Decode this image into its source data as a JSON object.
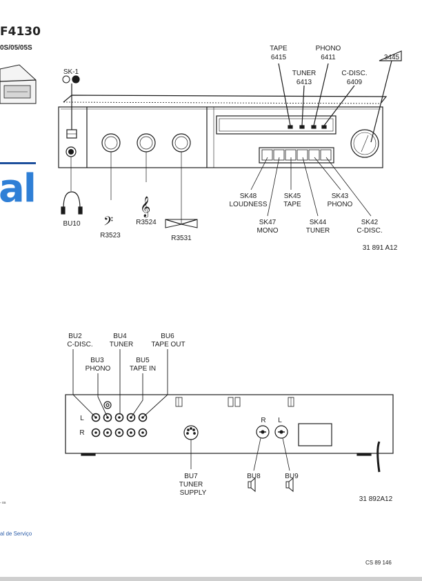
{
  "page": {
    "model": "F4130",
    "variants": "0S/05/05S",
    "blue_text": "al",
    "manual_text": "al de Serviço",
    "small_note": "- os",
    "footer_id": "CS 89 146"
  },
  "front_panel": {
    "ref": "31 891 A12",
    "volume_label": "3445",
    "top_labels": {
      "tape": "TAPE",
      "tape_num": "6415",
      "phono": "PHONO",
      "phono_num": "6411",
      "tuner": "TUNER",
      "tuner_num": "6413",
      "cdisc": "C-DISC.",
      "cdisc_num": "6409"
    },
    "power_switch": "SK-1",
    "headphone": "BU10",
    "bass": "R3523",
    "treble": "R3524",
    "balance": "R3531",
    "buttons": {
      "sk48_id": "SK48",
      "sk48_name": "LOUDNESS",
      "sk47_id": "SK47",
      "sk47_name": "MONO",
      "sk45_id": "SK45",
      "sk45_name": "TAPE",
      "sk44_id": "SK44",
      "sk44_name": "TUNER",
      "sk43_id": "SK43",
      "sk43_name": "PHONO",
      "sk42_id": "SK42",
      "sk42_name": "C-DISC."
    }
  },
  "rear_panel": {
    "ref": "31 892A12",
    "bu2_id": "BU2",
    "bu2_name": "C-DISC.",
    "bu3_id": "BU3",
    "bu3_name": "PHONO",
    "bu4_id": "BU4",
    "bu4_name": "TUNER",
    "bu5_id": "BU5",
    "bu5_name": "TAPE IN",
    "bu6_id": "BU6",
    "bu6_name": "TAPE OUT",
    "bu7_id": "BU7",
    "bu7_l1": "TUNER",
    "bu7_l2": "SUPPLY",
    "bu8": "BU8",
    "bu9": "BU9",
    "row_left": "L",
    "row_right": "R",
    "spk_right": "R",
    "spk_left": "L"
  },
  "colors": {
    "ink": "#1a1a1a",
    "blue": "#2f7fd6",
    "navy": "#1d4f9c"
  }
}
